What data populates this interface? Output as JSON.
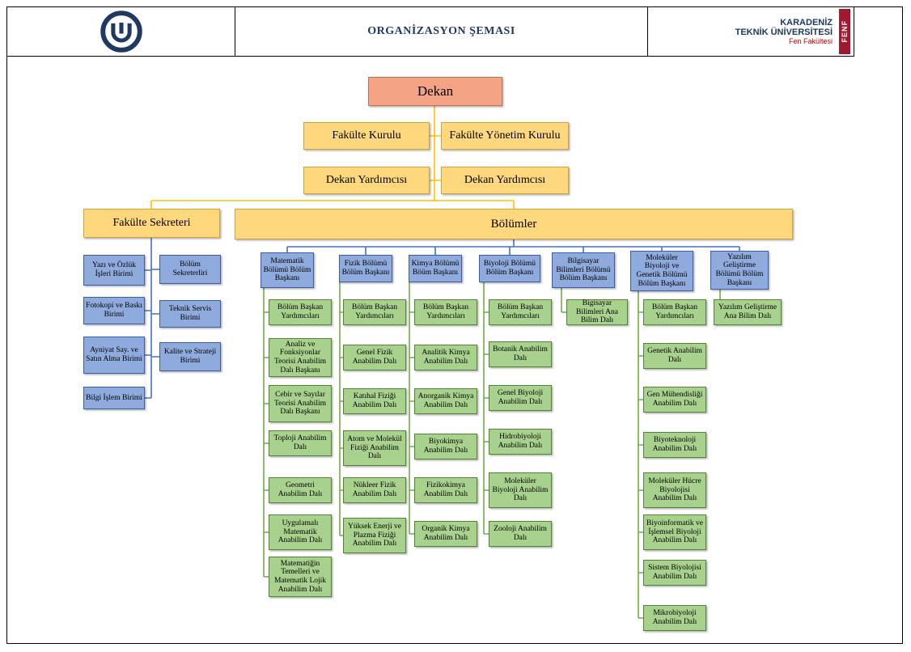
{
  "header": {
    "title": "ORGANİZASYON ŞEMASI",
    "university_line1": "KARADENİZ",
    "university_line2": "TEKNİK ÜNİVERSİTESİ",
    "faculty_name": "Fen Fakültesi",
    "faculty_code": "FENF"
  },
  "colors": {
    "dekan_fill": "#F4A384",
    "committee_fill": "#FFD87D",
    "department_fill": "#8FAADC",
    "unit_fill": "#A9D18E",
    "line_yellow": "#FFC000",
    "line_blue": "#4472C4",
    "line_green": "#6FAE46"
  },
  "chart": {
    "dekan": "Dekan",
    "fakulte_kurulu": "Fakülte Kurulu",
    "fakulte_yonetim_kurulu": "Fakülte Yönetim Kurulu",
    "dekan_yardimcisi_1": "Dekan Yardımcısı",
    "dekan_yardimcisi_2": "Dekan Yardımcısı",
    "fakulte_sekreteri": "Fakülte Sekreteri",
    "bolumler": "Bölümler",
    "secretary_units_col1": [
      "Yazı ve Özlük İşleri Birimi",
      "Fotokopi ve Baskı Birimi",
      "Ayniyat Say. ve Satın Alma Birimi",
      "Bilgi İşlem Birimi"
    ],
    "secretary_units_col2": [
      "Bölüm Sekreterliri",
      "Teknik Servis Birimi",
      "Kalite ve Strateji Birimi"
    ],
    "departments": [
      {
        "head": "Matematik Bölümü Bölüm Başkanı",
        "units": [
          "Bölüm Başkan Yardımcıları",
          "Analiz ve Fonksiyonlar Teorisi Anabilim Dalı Başkanı",
          "Cebir ve Sayılar Teorisi Anabilim Dalı Başkanı",
          "Toploji Anabilim Dalı",
          "Geometri Anabilim Dalı",
          "Uygulamalı Matematik Anabilim Dalı",
          "Matematiğin Temelleri ve Matematik Lojik Anabilim Dalı"
        ]
      },
      {
        "head": "Fizik Bölümü Bölüm Başkanı",
        "units": [
          "Bölüm Başkan Yardımcıları",
          "Genel Fizik Anabilim Dalı",
          "Katıhal Fiziği Anabilim Dalı",
          "Atom ve Molekül Fiziği Anabilim Dalı",
          "Nükleer Fizik Anabilim Dalı",
          "Yüksek Enerji ve Plazma Fiziği Anabilim Dalı"
        ]
      },
      {
        "head": "Kimya Bölümü Böüm Başkanı",
        "units": [
          "Bölüm Başkan Yardımcıları",
          "Analitik Kimya Anabilim Dalı",
          "Anorganik Kimya Anabilim Dalı",
          "Biyokimya Anabilim Dalı",
          "Fizikokimya Anabilim Dalı",
          "Organik Kimya Anabilim Dalı"
        ]
      },
      {
        "head": "Biyoloji Bölümü Bölüm Başkanı",
        "units": [
          "Bölüm Başkan Yardımcıları",
          "Botanik Anabilim Dalı",
          "Genel Biyoloji Anabilim Dalı",
          "Hidrobiyoloji Anabilim Dalı",
          "Moleküler Biyoloji Anabilim Dalı",
          "Zooloji Anabilim Dalı"
        ]
      },
      {
        "head": "Bilgisayar Bilimleri Bölümü Bölüm Başkanı",
        "units": [
          "Bigisayar Bilimleri Ana Bilim Dalı"
        ]
      },
      {
        "head": "Moleküler Biyoloji ve Genetik Bölümü Bölüm Başkanı",
        "units": [
          "Bölüm Başkan Yardımcıları",
          "Genetik Anabilim Dalı",
          "Gen Mühendisliği Anabilim Dalı",
          "Biyoteknoloji Anabilim Dalı",
          "Moleküler Hücre Biyolojisi Anabilim Dalı",
          "Biyoinformatik ve İşlemsel Biyoloji Anabilim Dalı",
          "Sistem Biyolojisi Anabilim Dalı",
          "Mikrobiyoloji Anabilim Dalı"
        ]
      },
      {
        "head": "Yazılım Geliştirme Bölümü Bölüm Başkanı",
        "units": [
          "Yazılım Geliştirme Ana Bilim Dalı"
        ]
      }
    ]
  }
}
